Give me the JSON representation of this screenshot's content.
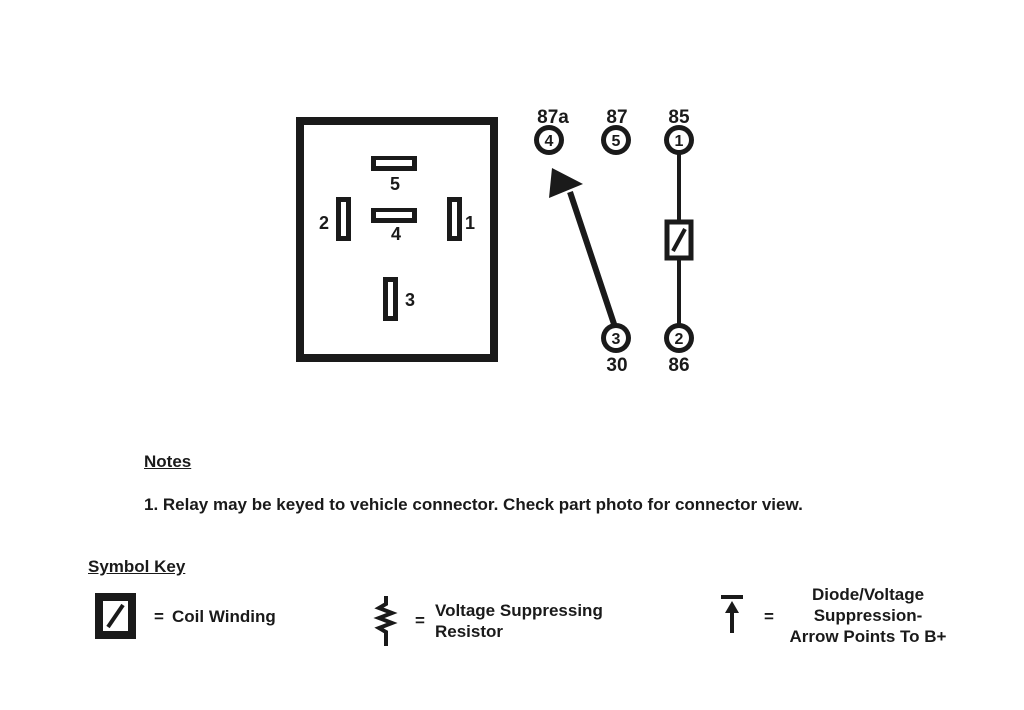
{
  "connector": {
    "pin_labels": {
      "p5": "5",
      "p4": "4",
      "p2": "2",
      "p1": "1",
      "p3": "3"
    }
  },
  "schematic": {
    "terminals": {
      "t4": {
        "pin": "4",
        "name": "87a"
      },
      "t5": {
        "pin": "5",
        "name": "87"
      },
      "t1": {
        "pin": "1",
        "name": "85"
      },
      "t3": {
        "pin": "3",
        "name": "30"
      },
      "t2": {
        "pin": "2",
        "name": "86"
      }
    }
  },
  "notes": {
    "heading": "Notes",
    "items": [
      "1. Relay may be keyed to vehicle connector. Check part photo for connector view."
    ]
  },
  "symbol_key": {
    "heading": "Symbol Key",
    "coil": {
      "eq": "=",
      "label": "Coil Winding"
    },
    "resistor": {
      "eq": "=",
      "line1": "Voltage Suppressing",
      "line2": "Resistor"
    },
    "diode": {
      "eq": "=",
      "line1": "Diode/Voltage",
      "line2": "Suppression-",
      "line3": "Arrow Points To B+"
    }
  }
}
